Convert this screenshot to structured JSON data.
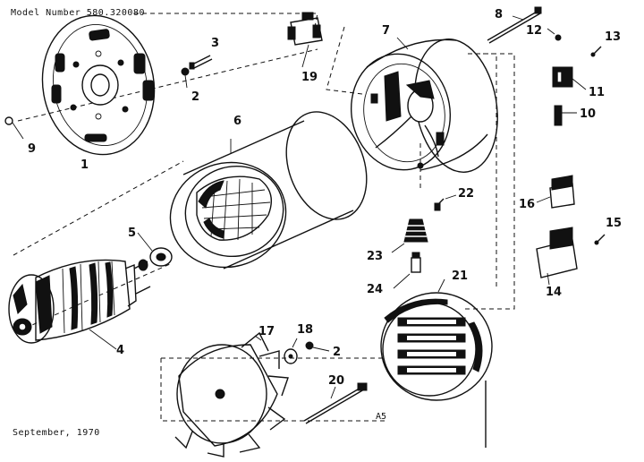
{
  "header": {
    "model_label": "Model Number 580.320080",
    "date_label": "September, 1970",
    "figure_code": "A5"
  },
  "callouts": {
    "c1": "1",
    "c2a": "2",
    "c2b": "2",
    "c3": "3",
    "c4": "4",
    "c5": "5",
    "c6": "6",
    "c7": "7",
    "c8": "8",
    "c9": "9",
    "c10": "10",
    "c11": "11",
    "c12": "12",
    "c13": "13",
    "c14": "14",
    "c15": "15",
    "c16": "16",
    "c17": "17",
    "c18": "18",
    "c19": "19",
    "c20": "20",
    "c21": "21",
    "c22": "22",
    "c23": "23",
    "c24": "24"
  },
  "colors": {
    "ink": "#111111",
    "paper": "#ffffff"
  }
}
